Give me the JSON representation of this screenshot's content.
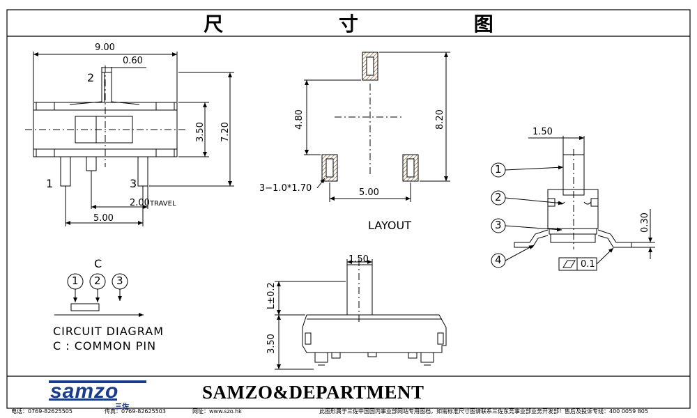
{
  "title": "尺 寸 图",
  "front_view": {
    "width_dim": "9.00",
    "lever_dim": "0.60",
    "pin2": "2",
    "pin1": "1",
    "pin3": "3",
    "height_dim": "3.50",
    "total_height_dim": "7.20",
    "travel_dim": "2.00",
    "travel_label": "TRAVEL",
    "pitch_dim": "5.00"
  },
  "layout_view": {
    "dim_left": "4.80",
    "dim_right": "8.20",
    "hole_spec": "3−1.0*1.70",
    "pitch_dim": "5.00",
    "label": "LAYOUT"
  },
  "side_view": {
    "lever_dim": "1.50",
    "callout_1": "1",
    "callout_2": "2",
    "callout_3": "3",
    "callout_4": "4",
    "offset_dim": "0.30",
    "flatness_value": "0.1"
  },
  "circuit": {
    "common_label": "C",
    "pin_1": "1",
    "pin_2": "2",
    "pin_3": "3",
    "caption_1": "CIRCUIT DIAGRAM",
    "caption_2": "C : COMMON PIN"
  },
  "bottom_view": {
    "lever_dim": "1.50",
    "lever_h_dim": "L±0.2",
    "body_h_dim": "3.50"
  },
  "brand": {
    "logo_text": "samzo",
    "logo_cn": "三佐",
    "department": "SAMZO&DEPARTMENT"
  },
  "footer": {
    "phone": "电话：0769-82625505",
    "fax": "传真：0769-82625503",
    "website": "网址：www.szo.hk",
    "notice": "此图形属于三佐中国国内事业部网站专用图档，如需标准尺寸图请联系三佐东莞事业部业务开发部！售后及投诉专线：400 0059 805"
  },
  "colors": {
    "line": "#000000",
    "hatch": "#8a5a2b",
    "brand_blue": "#1a3a8a"
  }
}
